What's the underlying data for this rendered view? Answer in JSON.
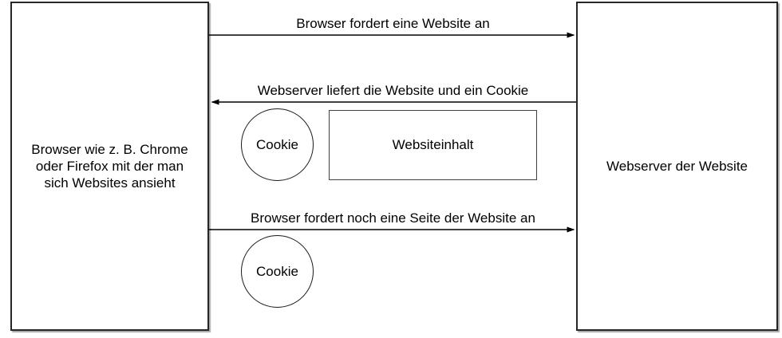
{
  "diagram": {
    "left_box": {
      "label": "Browser wie z. B. Chrome oder Firefox mit der man sich Websites ansieht",
      "lines": [
        "Browser wie z. B. Chrome",
        "oder Firefox mit der man",
        "sich Websites ansieht"
      ]
    },
    "right_box": {
      "label": "Webserver der Website"
    },
    "arrows": [
      {
        "id": "request",
        "label": "Browser fordert eine Website an",
        "direction": "left-to-right"
      },
      {
        "id": "response",
        "label": "Webserver liefert die Website und ein Cookie",
        "direction": "right-to-left"
      },
      {
        "id": "second-request",
        "label": "Browser fordert noch eine Seite der Website an",
        "direction": "left-to-right"
      }
    ],
    "cookies": [
      {
        "label": "Cookie"
      },
      {
        "label": "Cookie"
      }
    ],
    "content_box": {
      "label": "Websiteinhalt"
    },
    "colors": {
      "stroke": "#000000",
      "box_border": "#262626",
      "background": "#ffffff",
      "text": "#000000"
    }
  }
}
